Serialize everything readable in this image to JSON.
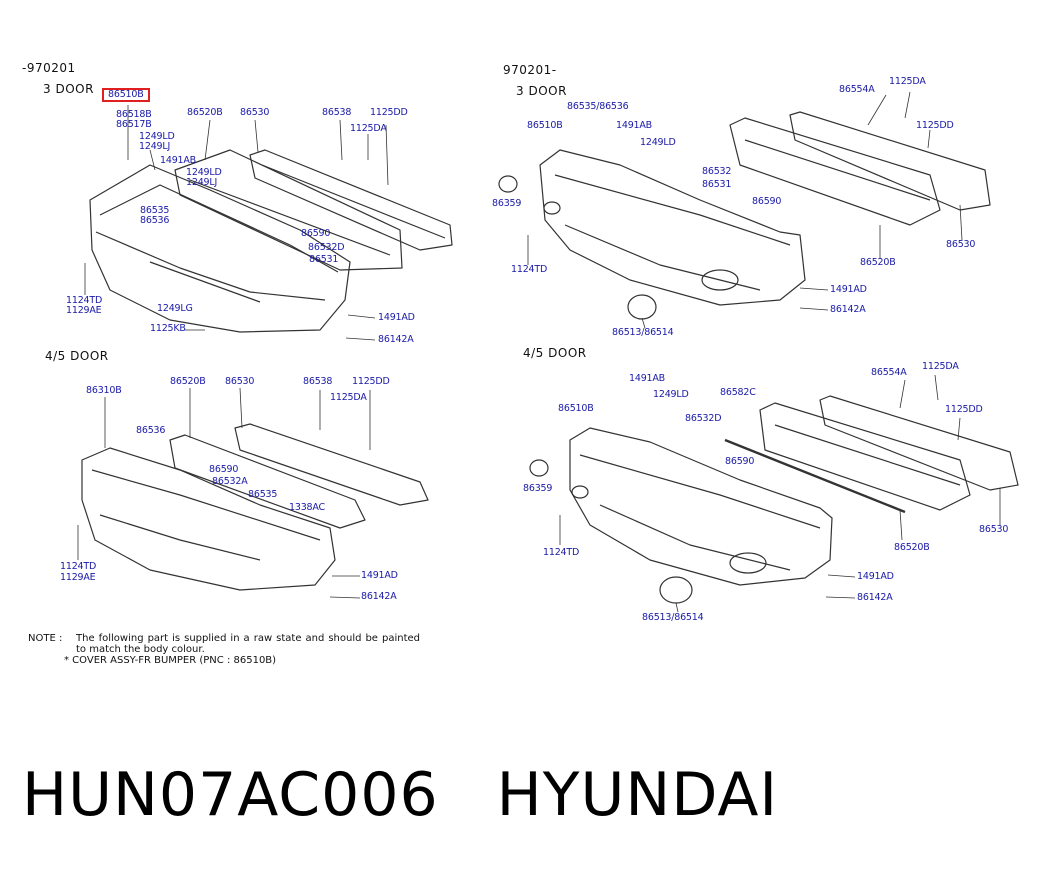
{
  "panels": {
    "top_left": {
      "date": "-970201",
      "door": "3 DOOR"
    },
    "top_right": {
      "date": "970201-",
      "door": "3 DOOR"
    },
    "bottom_left": {
      "door": "4/5 DOOR"
    },
    "bottom_right": {
      "door": "4/5 DOOR"
    }
  },
  "labels": {
    "tl": [
      "86510B",
      "86518B",
      "86517B",
      "1249LD",
      "1249LJ",
      "1491AB",
      "86520B",
      "86530",
      "86538",
      "1125DD",
      "1125DA",
      "1249LD",
      "1249LJ",
      "86535",
      "86536",
      "86590",
      "86532D",
      "86531",
      "1124TD",
      "1129AE",
      "1249LG",
      "1125KB",
      "1491AD",
      "86142A"
    ],
    "tr": [
      "86535/86536",
      "86510B",
      "1491AB",
      "1249LD",
      "86359",
      "86532",
      "86531",
      "86590",
      "86554A",
      "1125DA",
      "1125DD",
      "1124TD",
      "86520B",
      "86530",
      "1491AD",
      "86142A",
      "86513/86514"
    ],
    "bl": [
      "86310B",
      "86520B",
      "86530",
      "86538",
      "1125DD",
      "1125DA",
      "86536",
      "86590",
      "86532A",
      "86535",
      "1338AC",
      "1124TD",
      "1129AE",
      "1491AD",
      "86142A"
    ],
    "br": [
      "1491AB",
      "1249LD",
      "86582C",
      "86510B",
      "86532D",
      "86554A",
      "1125DA",
      "1125DD",
      "86590",
      "86359",
      "1124TD",
      "86520B",
      "86530",
      "1491AD",
      "86142A",
      "86513/86514"
    ]
  },
  "note": {
    "label": "NOTE :",
    "text": "The following part is supplied in a raw state and should be painted to match the body colour.",
    "item": "* COVER ASSY-FR BUMPER (PNC : 86510B)"
  },
  "footer": {
    "code": "HUN07AC006",
    "brand": "HYUNDAI"
  },
  "colors": {
    "label": "#1a1aa8",
    "line": "#333333",
    "highlight": "#e02020"
  }
}
